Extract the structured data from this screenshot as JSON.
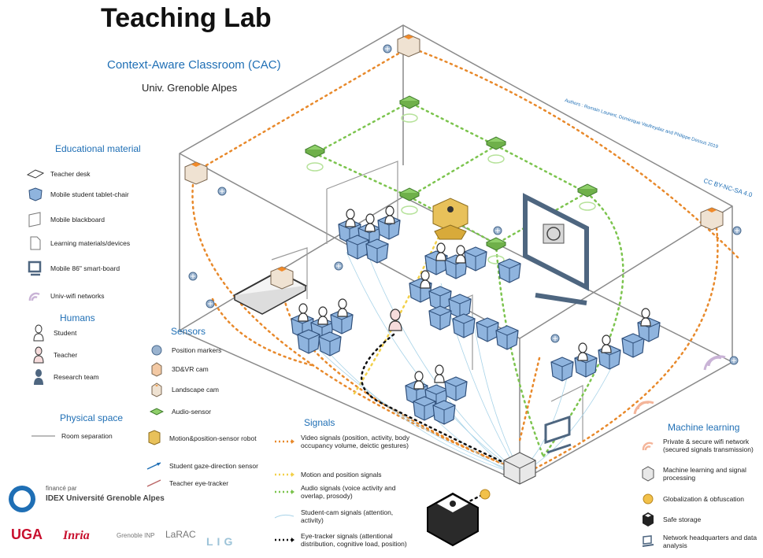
{
  "header": {
    "title": "Teaching Lab",
    "subtitle": "Context-Aware Classroom (CAC)",
    "institution": "Univ. Grenoble Alpes"
  },
  "credits": {
    "authors": "Authors : Romain Laurent, Dominique Vaufreydaz and Philippe Dessus 2019",
    "license": "CC BY-NC-SA 4.0"
  },
  "legend": {
    "educational_material": {
      "heading": "Educational material",
      "items": [
        {
          "label": "Teacher desk",
          "icon": "teacher-desk-icon"
        },
        {
          "label": "Mobile student tablet-chair",
          "icon": "tablet-chair-icon"
        },
        {
          "label": "Mobile blackboard",
          "icon": "blackboard-icon"
        },
        {
          "label": "Learning materials/devices",
          "icon": "document-icon"
        },
        {
          "label": "Mobile 86\" smart-board",
          "icon": "smart-board-icon"
        },
        {
          "label": "Univ-wifi networks",
          "icon": "wifi-icon"
        }
      ]
    },
    "humans": {
      "heading": "Humans",
      "items": [
        {
          "label": "Student",
          "icon": "student-icon"
        },
        {
          "label": "Teacher",
          "icon": "teacher-icon"
        },
        {
          "label": "Research team",
          "icon": "research-team-icon"
        }
      ]
    },
    "physical_space": {
      "heading": "Physical space",
      "items": [
        {
          "label": "Room separation",
          "icon": "room-separation-icon"
        }
      ]
    },
    "sensors": {
      "heading": "Sensors",
      "items": [
        {
          "label": "Position markers",
          "icon": "position-marker-icon"
        },
        {
          "label": "3D&VR cam",
          "icon": "3d-cam-icon"
        },
        {
          "label": "Landscape cam",
          "icon": "landscape-cam-icon"
        },
        {
          "label": "Audio-sensor",
          "icon": "audio-sensor-icon"
        },
        {
          "label": "Motion&position-sensor robot",
          "icon": "robot-icon"
        },
        {
          "label": "Student gaze-direction sensor",
          "icon": "gaze-arrow-icon"
        },
        {
          "label": "Teacher eye-tracker",
          "icon": "eye-tracker-icon"
        }
      ]
    },
    "signals": {
      "heading": "Signals",
      "items": [
        {
          "label": "Video signals (position, activity, body occupancy volume, deictic gestures)",
          "color": "#e8892b",
          "style": "dotted"
        },
        {
          "label": "Motion and position signals",
          "color": "#f2d04a",
          "style": "dotted"
        },
        {
          "label": "Audio signals (voice activity and overlap, prosody)",
          "color": "#7cc44e",
          "style": "dotted"
        },
        {
          "label": "Student-cam signals (attention, activity)",
          "color": "#a8d3e8",
          "style": "thin"
        },
        {
          "label": "Eye-tracker signals (attentional distribution, cognitive load, position)",
          "color": "#111111",
          "style": "dotted"
        }
      ]
    },
    "machine_learning": {
      "heading": "Machine learning",
      "items": [
        {
          "label": "Private & secure wifi network (secured signals transmission)",
          "icon": "secure-wifi-icon"
        },
        {
          "label": "Machine learning and signal processing",
          "icon": "ml-cube-icon"
        },
        {
          "label": "Globalization & obfuscation",
          "icon": "gear-icon"
        },
        {
          "label": "Safe storage",
          "icon": "safe-storage-icon"
        },
        {
          "label": "Network headquarters and data analysis",
          "icon": "laptop-icon"
        }
      ]
    }
  },
  "funding": {
    "prefix": "financé par",
    "name": "IDEX Université Grenoble Alpes"
  },
  "logos": [
    "UGA",
    "Inria",
    "Grenoble INP",
    "LaRAC",
    "LIG"
  ],
  "colors": {
    "accent_blue": "#1f6fb5",
    "video_signal": "#e8892b",
    "motion_signal": "#f2d04a",
    "audio_signal": "#7cc44e",
    "student_cam": "#a8d3e8",
    "eye_tracker": "#111111",
    "chair_blue": "#8fb4de",
    "audio_sensor_green": "#8fcf6a"
  }
}
